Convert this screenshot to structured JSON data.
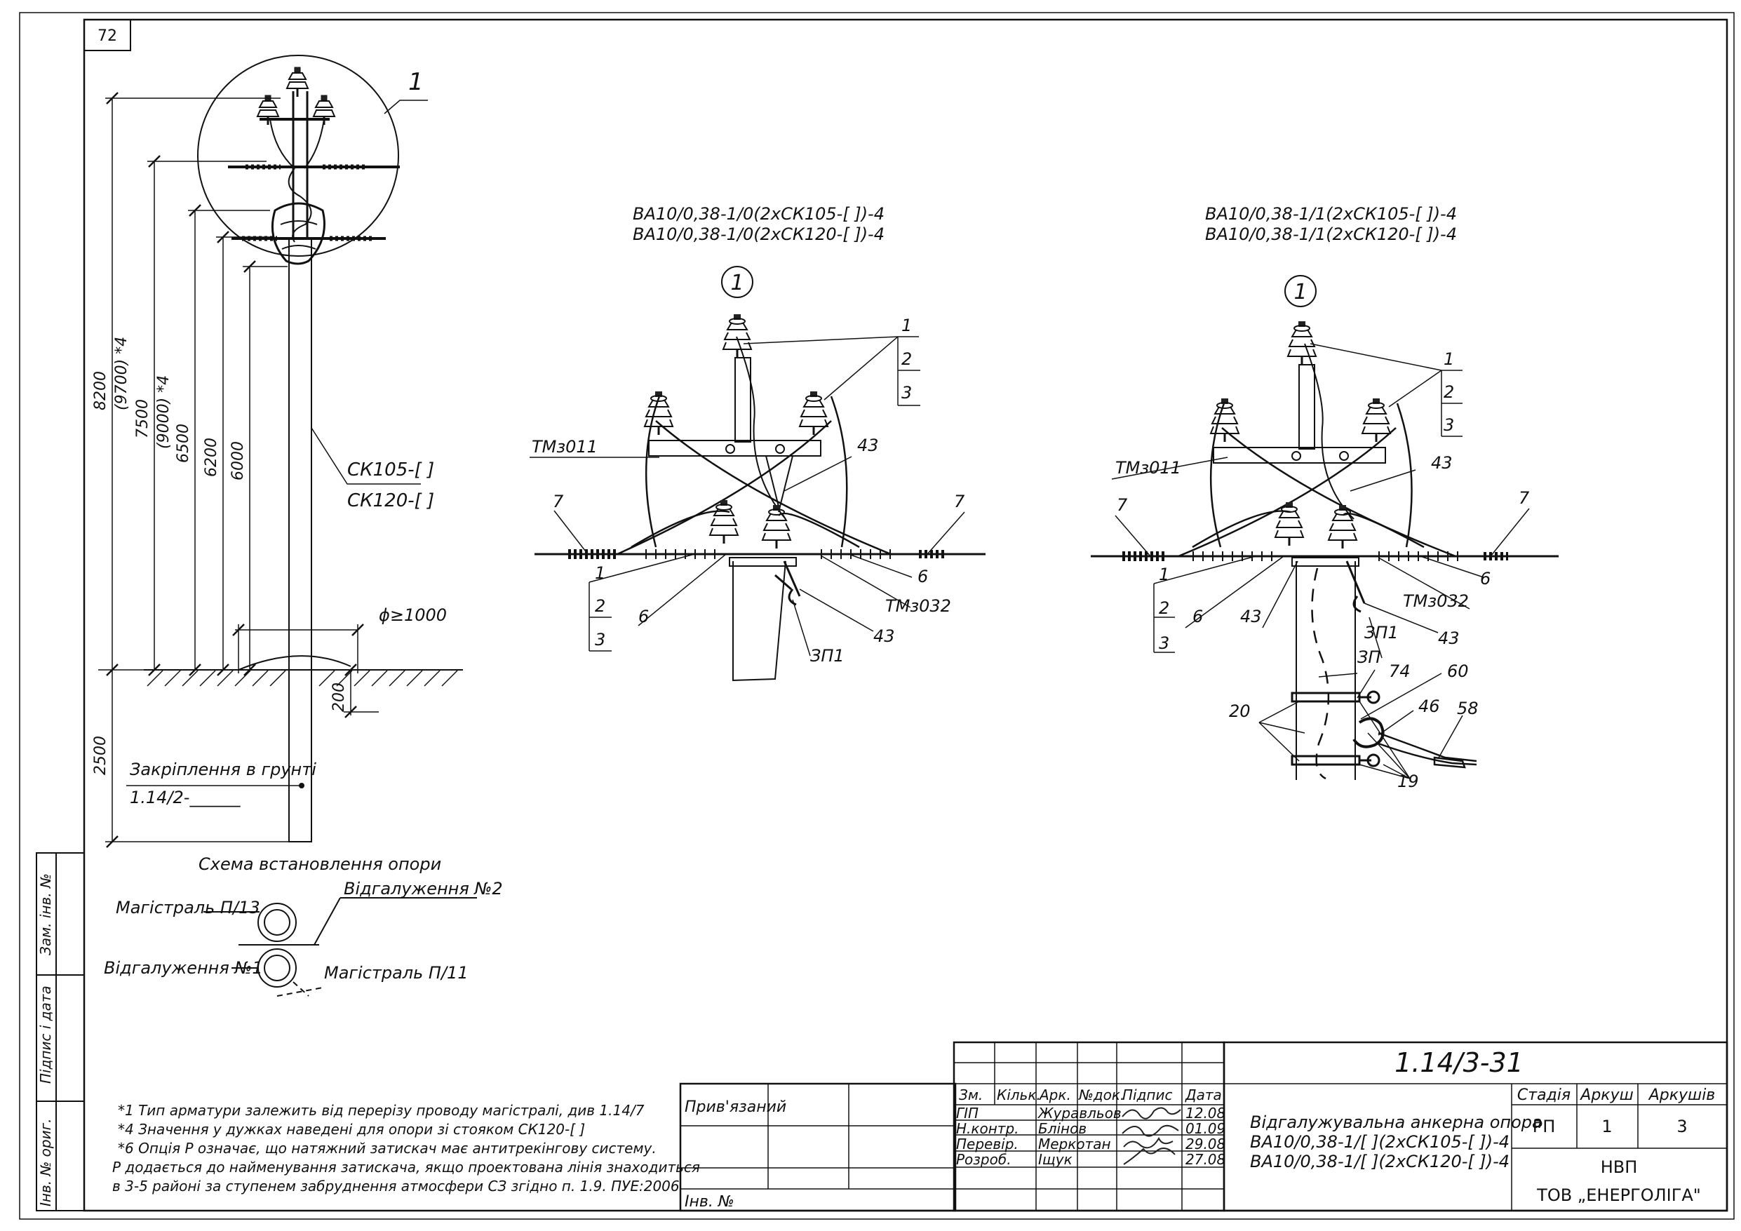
{
  "sheet_number": "72",
  "left_view": {
    "callout": "1",
    "dims": {
      "d8200": "8200",
      "d9700": "(9700) *4",
      "d7500": "7500",
      "d9000": "(9000) *4",
      "d6500": "6500",
      "d6200": "6200",
      "d6000": "6000",
      "d2500": "2500",
      "d200": "200"
    },
    "pole_label_1": "СК105-[  ]",
    "pole_label_2": "СК120-[  ]",
    "foundation_dia": "ϕ≥1000",
    "ground_fix_label": "Закріплення в грунті",
    "ground_fix_ref": "1.14/2-______"
  },
  "scheme": {
    "title": "Схема встановлення опори",
    "main_p13": "Магістраль П/13",
    "branch_2": "Відгалуження №2",
    "branch_1": "Відгалуження №1",
    "main_p11": "Магістраль П/11"
  },
  "middle_view": {
    "title_1": "ВА10/0,38-1/0(2хСК105-[  ])-4",
    "title_2": "ВА10/0,38-1/0(2хСК120-[  ])-4",
    "callout": "1",
    "labels": [
      "1",
      "2",
      "3",
      "ТМз011",
      "43",
      "7",
      "7",
      "1",
      "2",
      "3",
      "6",
      "6",
      "ТМз032",
      "43",
      "ЗП1"
    ]
  },
  "right_view": {
    "title_1": "ВА10/0,38-1/1(2хСК105-[  ])-4",
    "title_2": "ВА10/0,38-1/1(2хСК120-[  ])-4",
    "callout": "1",
    "labels": [
      "1",
      "2",
      "3",
      "ТМз011",
      "43",
      "7",
      "7",
      "1",
      "2",
      "3",
      "6",
      "43",
      "6",
      "ТМз032",
      "ЗП1",
      "43",
      "ЗП",
      "74",
      "60",
      "46",
      "58",
      "20",
      "19"
    ]
  },
  "notes": [
    "*1 Тип арматури залежить від перерізу проводу магістралі, див 1.14/7",
    "*4 Значення у дужках наведені для опори зі стояком СК120-[  ]",
    "*6 Опція Р означає, що натяжний затискач має антитрекінгову систему.",
    "Р додається до найменування затискача, якщо проектована лінія знаходиться",
    "в 3-5 районі за ступенем забруднення атмосфери СЗ згідно п. 1.9. ПУЕ:2006"
  ],
  "side_stamp": {
    "zam_inv": "Зам. інв. №",
    "pidpys": "Підпис і дата",
    "inv_orig": "Інв. № ориг."
  },
  "title_block": {
    "doc_code": "1.14/3-31",
    "pryvyazanyi": "Прив'язаний",
    "inv_no": "Інв. №",
    "head": [
      "Зм.",
      "Кільк.",
      "Арк.",
      "№док.",
      "Підпис",
      "Дата"
    ],
    "roles": [
      {
        "role": "ГІП",
        "name": "Журавльов",
        "date": "12.08"
      },
      {
        "role": "Н.контр.",
        "name": "Блінов",
        "date": "01.09"
      },
      {
        "role": "Перевір.",
        "name": "Меркотан",
        "date": "29.08"
      },
      {
        "role": "Розроб.",
        "name": "Іщук",
        "date": "27.08"
      }
    ],
    "doc_title_1": "Відгалужувальна анкерна опора",
    "doc_title_2": "ВА10/0,38-1/[  ](2хСК105-[  ])-4",
    "doc_title_3": "ВА10/0,38-1/[  ](2хСК120-[  ])-4",
    "stage_h": "Стадія",
    "sheet_h": "Аркуш",
    "sheets_h": "Аркушів",
    "stage": "РП",
    "sheet": "1",
    "sheets": "3",
    "org_1": "НВП",
    "org_2": "ТОВ „ЕНЕРГОЛІГА\""
  }
}
